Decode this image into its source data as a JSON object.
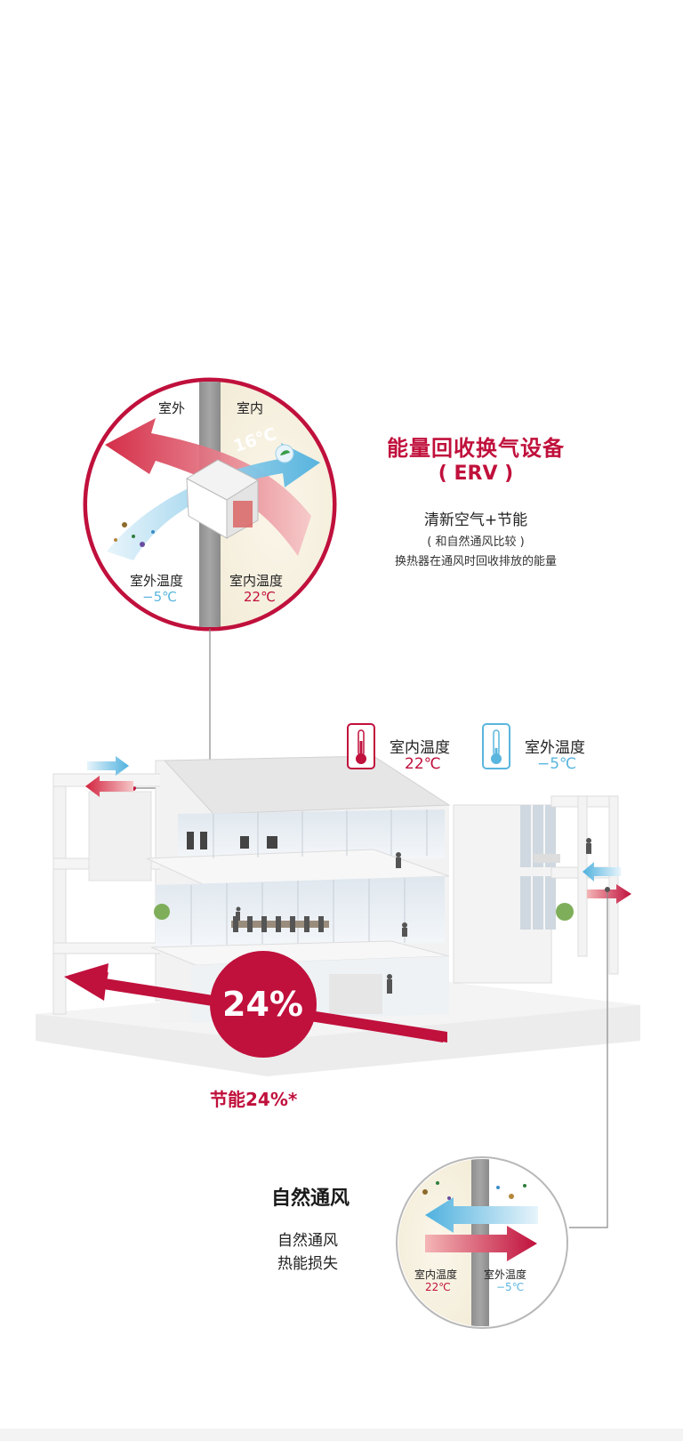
{
  "erv_panel": {
    "title": "能量回收换气设备",
    "abbr": "( ERV )",
    "line1": "清新空气+节能",
    "line2": "( 和自然通风比较 )",
    "line3": "换热器在通风时回收排放的能量"
  },
  "erv_circle": {
    "outdoor_label": "室外",
    "indoor_label": "室内",
    "supply_temp": "16℃",
    "outdoor_temp_label": "室外温度",
    "outdoor_temp": "−5℃",
    "indoor_temp_label": "室内温度",
    "indoor_temp": "22℃"
  },
  "legend": {
    "indoor_label": "室内温度",
    "indoor_temp": "22℃",
    "outdoor_label": "室外温度",
    "outdoor_temp": "−5℃",
    "icon": "thermometer-icon"
  },
  "building": {
    "percent": "24%",
    "saving": "节能24%*"
  },
  "natural": {
    "title": "自然通风",
    "line1": "自然通风",
    "line2": "热能损失",
    "indoor_temp_label": "室内温度",
    "indoor_temp": "22℃",
    "outdoor_temp_label": "室外温度",
    "outdoor_temp": "−5℃"
  },
  "colors": {
    "accent_red": "#c0103c",
    "cold_blue": "#5ab6de",
    "circle_border": "#c0103c"
  }
}
